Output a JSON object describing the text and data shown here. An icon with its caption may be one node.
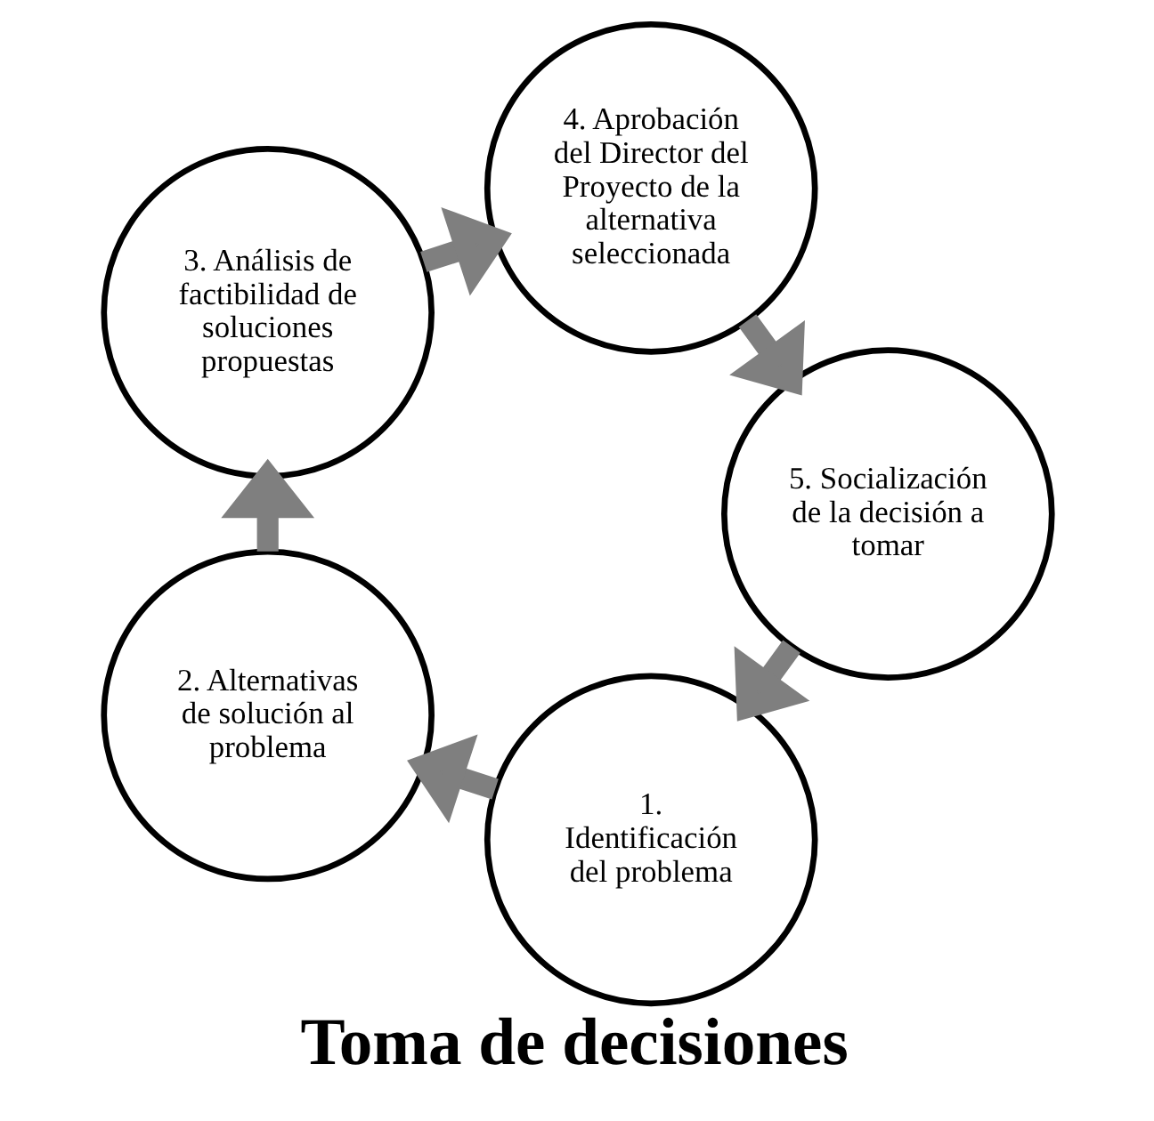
{
  "diagram": {
    "title": "Toma de decisiones",
    "nodes": [
      {
        "text": [
          "1. Identificación del problema"
        ]
      },
      {
        "text": [
          "2. Alternativas de solución al problema"
        ]
      },
      {
        "text": [
          "3. Análisis de factibilidad de soluciones propuestas"
        ]
      },
      {
        "text": [
          "4. Aprobación del Director del Proyecto de la alternativa seleccionada"
        ]
      },
      {
        "text": [
          "5. Socialización de la decisión a tomar"
        ]
      }
    ],
    "edges": [
      {
        "from": 0,
        "to": 1,
        "arrow": "to"
      },
      {
        "from": 1,
        "to": 2,
        "arrow": "to"
      },
      {
        "from": 2,
        "to": 3,
        "arrow": "to"
      },
      {
        "from": 3,
        "to": 4,
        "arrow": "to"
      },
      {
        "from": 4,
        "to": 0,
        "arrow": "to"
      }
    ]
  }
}
